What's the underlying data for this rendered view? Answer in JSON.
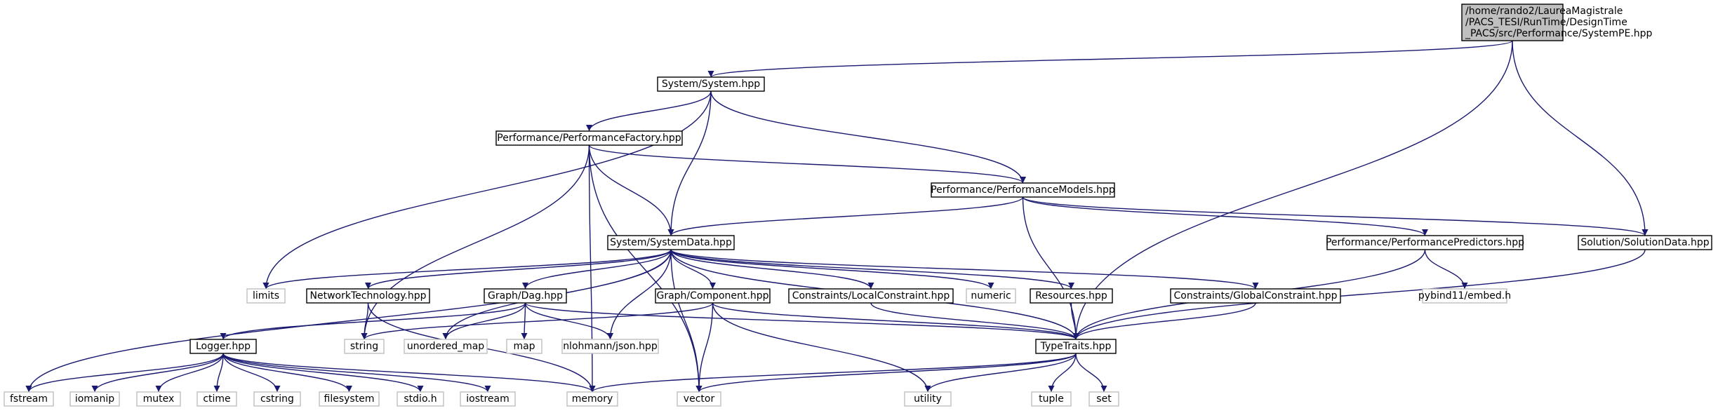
{
  "colors": {
    "edge": "#191970",
    "root_fill": "#bfbfbf",
    "project_border": "#000000",
    "system_border": "#bfbfbf",
    "system_text": "#000000",
    "background": "#ffffff"
  },
  "graph": {
    "root": {
      "id": "root",
      "lines": [
        "/home/rando2/LaureaMagistrale",
        "/PACS_TESI/RunTime/DesignTime",
        "_PACS/src/Performance/SystemPE.hpp"
      ],
      "kind": "root"
    },
    "nodes": [
      {
        "id": "system",
        "label": "System/System.hpp",
        "kind": "project"
      },
      {
        "id": "perf_factory",
        "label": "Performance/PerformanceFactory.hpp",
        "kind": "project"
      },
      {
        "id": "perf_models",
        "label": "Performance/PerformanceModels.hpp",
        "kind": "project"
      },
      {
        "id": "system_data",
        "label": "System/SystemData.hpp",
        "kind": "project"
      },
      {
        "id": "perf_predictors",
        "label": "Performance/PerformancePredictors.hpp",
        "kind": "project"
      },
      {
        "id": "solution_data",
        "label": "Solution/SolutionData.hpp",
        "kind": "project"
      },
      {
        "id": "limits",
        "label": "limits",
        "kind": "system"
      },
      {
        "id": "network_tech",
        "label": "NetworkTechnology.hpp",
        "kind": "project"
      },
      {
        "id": "graph_dag",
        "label": "Graph/Dag.hpp",
        "kind": "project"
      },
      {
        "id": "graph_component",
        "label": "Graph/Component.hpp",
        "kind": "project"
      },
      {
        "id": "local_constraint",
        "label": "Constraints/LocalConstraint.hpp",
        "kind": "project"
      },
      {
        "id": "numeric",
        "label": "numeric",
        "kind": "system"
      },
      {
        "id": "resources",
        "label": "Resources.hpp",
        "kind": "project"
      },
      {
        "id": "global_constraint",
        "label": "Constraints/GlobalConstraint.hpp",
        "kind": "project"
      },
      {
        "id": "pybind",
        "label": "pybind11/embed.h",
        "kind": "system"
      },
      {
        "id": "logger",
        "label": "Logger.hpp",
        "kind": "project"
      },
      {
        "id": "string",
        "label": "string",
        "kind": "system"
      },
      {
        "id": "unordered_map",
        "label": "unordered_map",
        "kind": "system"
      },
      {
        "id": "map",
        "label": "map",
        "kind": "system"
      },
      {
        "id": "json",
        "label": "nlohmann/json.hpp",
        "kind": "system"
      },
      {
        "id": "type_traits",
        "label": "TypeTraits.hpp",
        "kind": "project"
      },
      {
        "id": "fstream",
        "label": "fstream",
        "kind": "system"
      },
      {
        "id": "iomanip",
        "label": "iomanip",
        "kind": "system"
      },
      {
        "id": "mutex",
        "label": "mutex",
        "kind": "system"
      },
      {
        "id": "ctime",
        "label": "ctime",
        "kind": "system"
      },
      {
        "id": "cstring",
        "label": "cstring",
        "kind": "system"
      },
      {
        "id": "filesystem",
        "label": "filesystem",
        "kind": "system"
      },
      {
        "id": "stdio",
        "label": "stdio.h",
        "kind": "system"
      },
      {
        "id": "iostream",
        "label": "iostream",
        "kind": "system"
      },
      {
        "id": "memory",
        "label": "memory",
        "kind": "system"
      },
      {
        "id": "vector",
        "label": "vector",
        "kind": "system"
      },
      {
        "id": "utility",
        "label": "utility",
        "kind": "system"
      },
      {
        "id": "tuple",
        "label": "tuple",
        "kind": "system"
      },
      {
        "id": "set",
        "label": "set",
        "kind": "system"
      }
    ],
    "edges": [
      [
        "root",
        "system"
      ],
      [
        "root",
        "type_traits"
      ],
      [
        "root",
        "solution_data"
      ],
      [
        "system",
        "limits"
      ],
      [
        "system",
        "perf_factory"
      ],
      [
        "system",
        "system_data"
      ],
      [
        "system",
        "perf_models"
      ],
      [
        "perf_factory",
        "perf_models"
      ],
      [
        "perf_factory",
        "system_data"
      ],
      [
        "perf_factory",
        "string"
      ],
      [
        "perf_factory",
        "memory"
      ],
      [
        "perf_factory",
        "vector"
      ],
      [
        "perf_models",
        "system_data"
      ],
      [
        "perf_models",
        "perf_predictors"
      ],
      [
        "perf_models",
        "solution_data"
      ],
      [
        "perf_models",
        "type_traits"
      ],
      [
        "system_data",
        "limits"
      ],
      [
        "system_data",
        "fstream"
      ],
      [
        "system_data",
        "network_tech"
      ],
      [
        "system_data",
        "unordered_map"
      ],
      [
        "system_data",
        "graph_dag"
      ],
      [
        "system_data",
        "json"
      ],
      [
        "system_data",
        "vector"
      ],
      [
        "system_data",
        "graph_component"
      ],
      [
        "system_data",
        "local_constraint"
      ],
      [
        "system_data",
        "numeric"
      ],
      [
        "system_data",
        "resources"
      ],
      [
        "system_data",
        "global_constraint"
      ],
      [
        "system_data",
        "type_traits"
      ],
      [
        "perf_predictors",
        "pybind"
      ],
      [
        "perf_predictors",
        "type_traits"
      ],
      [
        "solution_data",
        "type_traits"
      ],
      [
        "network_tech",
        "string"
      ],
      [
        "network_tech",
        "memory"
      ],
      [
        "graph_dag",
        "logger"
      ],
      [
        "graph_dag",
        "unordered_map"
      ],
      [
        "graph_dag",
        "map"
      ],
      [
        "graph_dag",
        "json"
      ],
      [
        "graph_dag",
        "type_traits"
      ],
      [
        "graph_component",
        "string"
      ],
      [
        "graph_component",
        "vector"
      ],
      [
        "graph_component",
        "utility"
      ],
      [
        "graph_component",
        "type_traits"
      ],
      [
        "local_constraint",
        "type_traits"
      ],
      [
        "resources",
        "type_traits"
      ],
      [
        "global_constraint",
        "type_traits"
      ],
      [
        "logger",
        "fstream"
      ],
      [
        "logger",
        "iomanip"
      ],
      [
        "logger",
        "mutex"
      ],
      [
        "logger",
        "ctime"
      ],
      [
        "logger",
        "cstring"
      ],
      [
        "logger",
        "filesystem"
      ],
      [
        "logger",
        "stdio"
      ],
      [
        "logger",
        "iostream"
      ],
      [
        "logger",
        "memory"
      ],
      [
        "type_traits",
        "memory"
      ],
      [
        "type_traits",
        "vector"
      ],
      [
        "type_traits",
        "utility"
      ],
      [
        "type_traits",
        "tuple"
      ],
      [
        "type_traits",
        "set"
      ]
    ]
  }
}
